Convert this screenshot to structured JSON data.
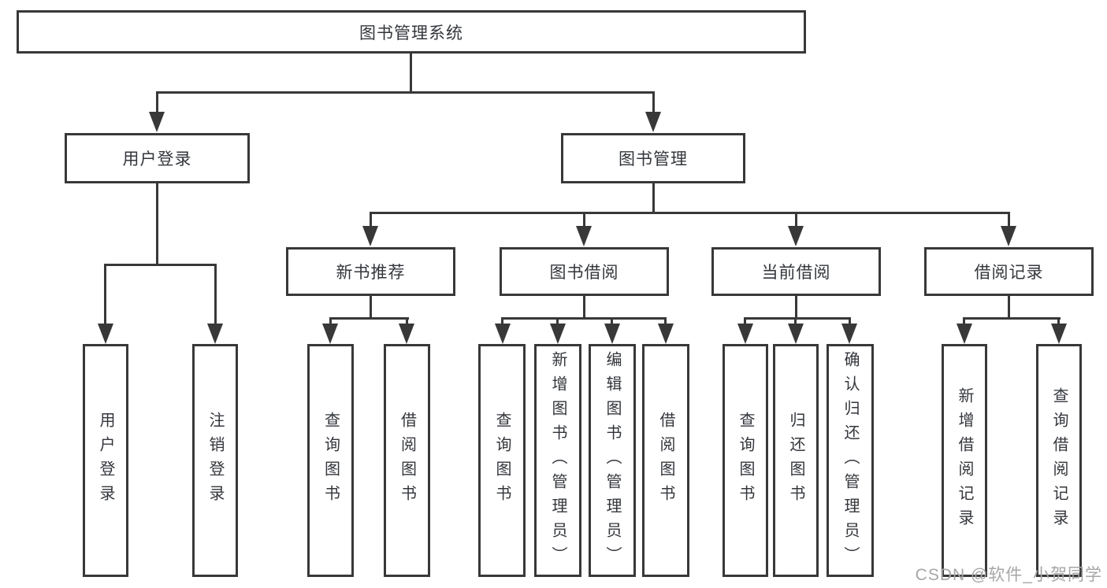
{
  "diagram": {
    "root_label": "图书管理系统",
    "user_login": {
      "label": "用户登录",
      "children": [
        "用户登录",
        "注销登录"
      ]
    },
    "book_management": {
      "label": "图书管理",
      "sections": [
        {
          "label": "新书推荐",
          "children": [
            "查询图书",
            "借阅图书"
          ]
        },
        {
          "label": "图书借阅",
          "children": [
            "查询图书",
            "新增图书（管理员）",
            "编辑图书（管理员）",
            "借阅图书"
          ]
        },
        {
          "label": "当前借阅",
          "children": [
            "查询图书",
            "归还图书",
            "确认归还（管理员）"
          ]
        },
        {
          "label": "借阅记录",
          "children": [
            "新增借阅记录",
            "查询借阅记录"
          ]
        }
      ]
    }
  },
  "watermark": "CSDN @软件_小贺同学",
  "colors": {
    "line": "#383838",
    "text": "#33363b",
    "watermark": "#a6a6a6",
    "background": "#ffffff"
  }
}
